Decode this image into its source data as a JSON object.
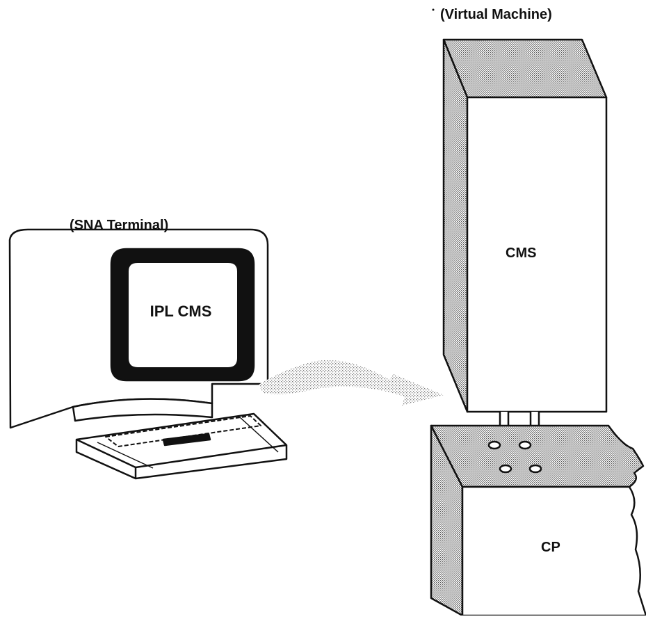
{
  "labels": {
    "virtual_machine": "(Virtual Machine)",
    "sna_terminal": "(SNA Terminal)",
    "screen_command": "IPL CMS",
    "cms_block": "CMS",
    "cp_block": "CP"
  },
  "colors": {
    "ink": "#111111",
    "stipple": "#8a8a8a",
    "background": "#ffffff"
  }
}
